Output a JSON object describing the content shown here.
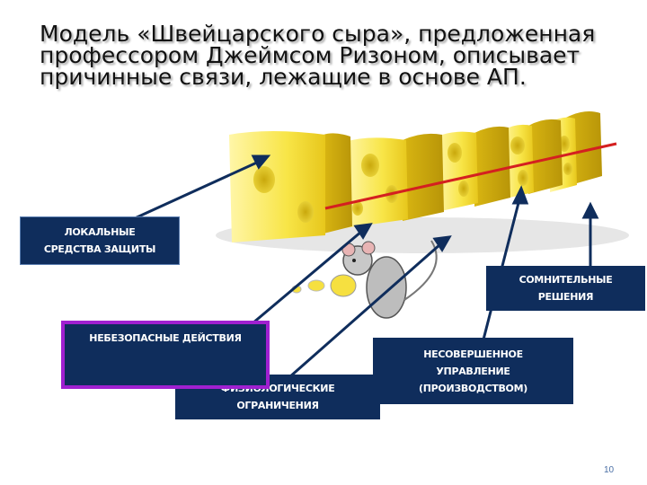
{
  "slide": {
    "title": "Модель «Швейцарского сыра», предложенная профессором Джеймсом Ризоном, описывает причинные связи, лежащие в основе АП.",
    "page_number": "10"
  },
  "boxes": {
    "local_defenses": [
      "ЛОКАЛЬНЫЕ",
      "СРЕДСТВА ЗАЩИТЫ"
    ],
    "doubtful_decisions": [
      "СОМНИТЕЛЬНЫЕ",
      "РЕШЕНИЯ"
    ],
    "imperfect_management": [
      "НЕСОВЕРШЕННОЕ",
      "УПРАВЛЕНИЕ",
      "(ПРОИЗВОДСТВОМ)"
    ],
    "physiological_limits": [
      "ФИЗИОЛОГИЧЕСКИЕ",
      "ОГРАНИЧЕНИЯ"
    ],
    "unsafe_actions": "НЕБЕЗОПАСНЫЕ ДЕЙСТВИЯ"
  },
  "colors": {
    "box_fill": "#0f2d5c",
    "unsafe_border": "#a020d0",
    "cheese": "#f6e040",
    "trajectory": "#d42020",
    "arrow": "#0f2d5c"
  },
  "icons": [
    "swiss-cheese-slices-icon",
    "mouse-icon",
    "arrow-icon"
  ]
}
